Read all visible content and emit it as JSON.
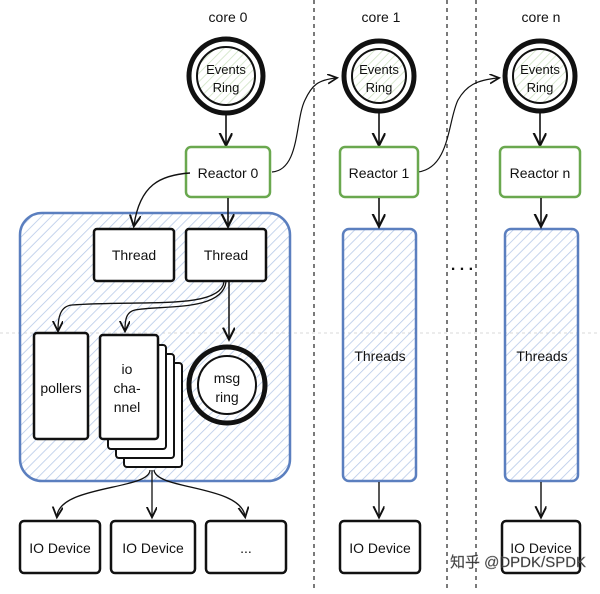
{
  "cores": [
    {
      "label": "core 0",
      "ring": [
        "Events",
        "Ring"
      ],
      "reactor": "Reactor 0"
    },
    {
      "label": "core 1",
      "ring": [
        "Events",
        "Ring"
      ],
      "reactor": "Reactor 1"
    },
    {
      "label": "core n",
      "ring": [
        "Events",
        "Ring"
      ],
      "reactor": "Reactor n"
    }
  ],
  "core0": {
    "threads": [
      "Thread",
      "Thread"
    ],
    "pollers": "pollers",
    "io_channel": [
      "io",
      "cha-",
      "nnel"
    ],
    "msg_ring": [
      "msg",
      "ring"
    ]
  },
  "threads_label": "Threads",
  "ellipsis": ". . .",
  "devices": [
    "IO Device",
    "IO Device",
    "...",
    "IO Device",
    "IO Device"
  ],
  "watermark": "知乎 @DPDK/SPDK",
  "colors": {
    "reactor_border": "#6aa84f",
    "thread_area_border": "#5b7fbf",
    "hatch": "#b7c9e8",
    "ring_hatch": "#cfe3c4"
  }
}
